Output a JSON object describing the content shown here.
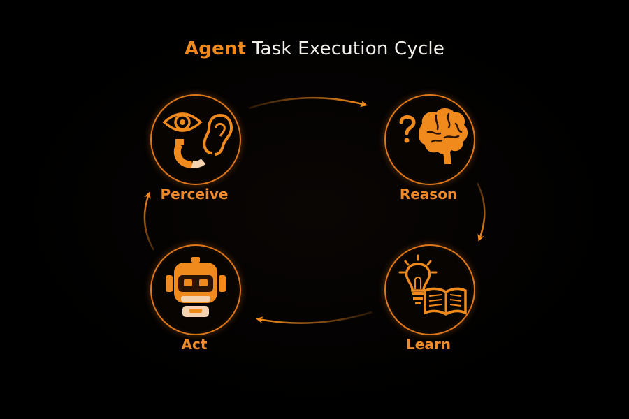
{
  "title": {
    "accent": "Agent",
    "rest": "Task Execution Cycle"
  },
  "nodes": [
    {
      "id": "perceive",
      "label": "Perceive",
      "icon": "eye-ear-icon"
    },
    {
      "id": "reason",
      "label": "Reason",
      "icon": "brain-question-icon"
    },
    {
      "id": "learn",
      "label": "Learn",
      "icon": "lightbulb-book-icon"
    },
    {
      "id": "act",
      "label": "Act",
      "icon": "robot-icon"
    }
  ],
  "flow": [
    "perceive",
    "reason",
    "learn",
    "act",
    "perceive"
  ],
  "colors": {
    "accent": "#f08a1c",
    "background": "#000000",
    "title_text": "#f2efe9",
    "icon_light": "#f4d2b0"
  }
}
